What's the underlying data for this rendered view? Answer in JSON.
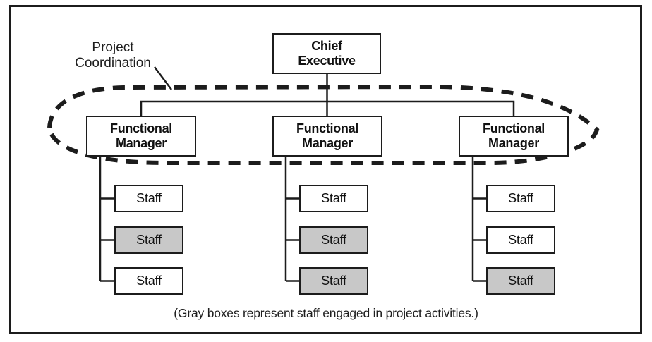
{
  "figure": {
    "annotation_label": "Project\nCoordination",
    "caption": "(Gray boxes represent staff engaged in project activities.)",
    "nodes": {
      "chief_executive": "Chief\nExecutive",
      "managers": [
        {
          "label": "Functional\nManager"
        },
        {
          "label": "Functional\nManager"
        },
        {
          "label": "Functional\nManager"
        }
      ],
      "columns": [
        {
          "staff": [
            {
              "label": "Staff",
              "engaged": false
            },
            {
              "label": "Staff",
              "engaged": true
            },
            {
              "label": "Staff",
              "engaged": false
            }
          ]
        },
        {
          "staff": [
            {
              "label": "Staff",
              "engaged": false
            },
            {
              "label": "Staff",
              "engaged": true
            },
            {
              "label": "Staff",
              "engaged": true
            }
          ]
        },
        {
          "staff": [
            {
              "label": "Staff",
              "engaged": false
            },
            {
              "label": "Staff",
              "engaged": false
            },
            {
              "label": "Staff",
              "engaged": true
            }
          ]
        }
      ]
    },
    "legend_meaning": "Gray fill = staff engaged in project activities",
    "colors": {
      "engaged_fill": "#c8c8c8",
      "line": "#1c1c1c",
      "background": "#ffffff"
    }
  }
}
